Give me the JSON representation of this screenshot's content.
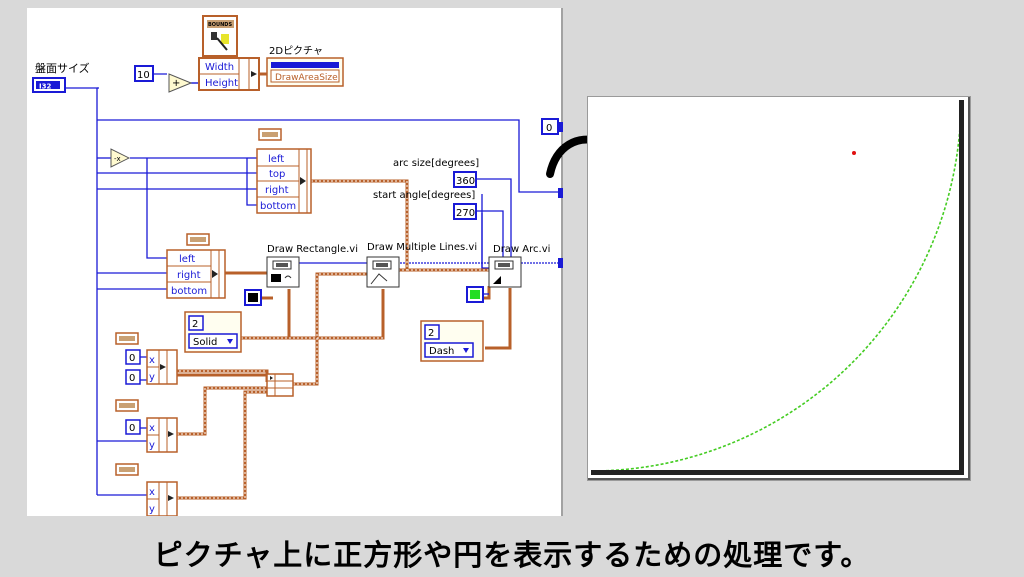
{
  "diagram": {
    "canvas_label": "盤面サイズ",
    "canvas_type": "I32",
    "constant_10": "10",
    "bounds_label": "BOUNDS",
    "width_label": "Width",
    "height_label": "Height",
    "picture_label": "2Dピクチャ",
    "draw_area_label": "DrawAreaSize",
    "zero_out": "0",
    "rect1": {
      "left": "left",
      "top": "top",
      "right": "right",
      "bottom": "bottom"
    },
    "rect2": {
      "left": "left",
      "right": "right",
      "bottom": "bottom"
    },
    "arc_size_label": "arc size[degrees]",
    "arc_size_value": "360",
    "start_angle_label": "start angle[degrees]",
    "start_angle_value": "270",
    "draw_rect_label": "Draw Rectangle.vi",
    "draw_lines_label": "Draw Multiple Lines.vi",
    "draw_arc_label": "Draw Arc.vi",
    "line_width_1": "2",
    "line_style_1": "Solid",
    "line_width_2": "2",
    "line_style_2": "Dash",
    "points": [
      {
        "x_label": "x",
        "y_label": "y",
        "x_value": "0",
        "y_value": "0"
      },
      {
        "x_label": "x",
        "y_label": "y",
        "x_value": "0"
      },
      {
        "x_label": "x",
        "y_label": "y"
      }
    ],
    "colors": {
      "wire_blue": "#1a1ad6",
      "wire_orange": "#b8602a",
      "rect_color": "#000000",
      "arc_color": "#22dd22"
    }
  },
  "front_panel": {
    "picture_dot_color": "#e01010",
    "arc_color": "#44cc22"
  },
  "caption": "ピクチャ上に正方形や円を表示するための処理です。"
}
